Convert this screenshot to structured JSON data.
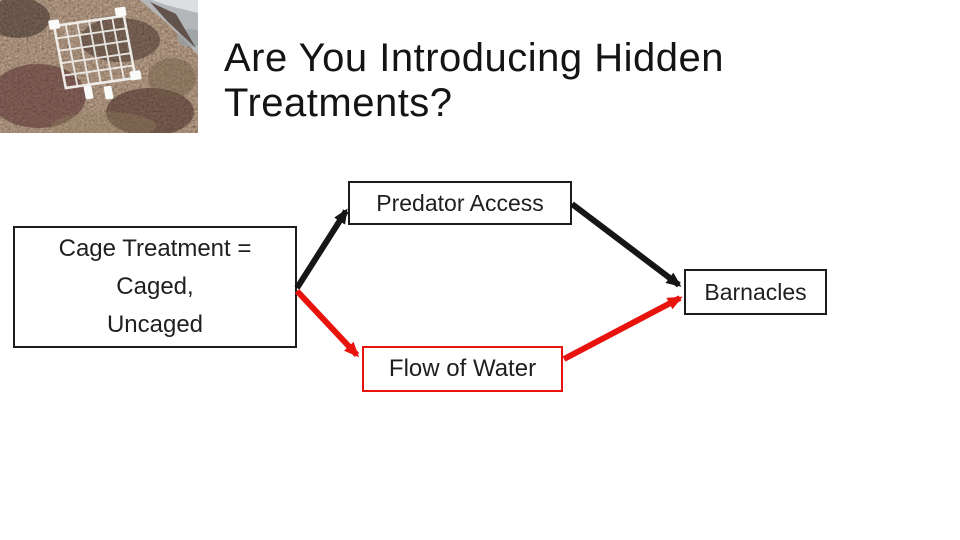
{
  "slide": {
    "background": "#ffffff",
    "title": {
      "line1": "Are You Introducing Hidden",
      "line2": "Treatments?",
      "color": "#141414"
    },
    "photo": {
      "semantic": "cage-on-rocky-shore-photo",
      "description": "white wire mesh exclusion cage fastened to dark rocky intertidal shore, gray water in upper right"
    }
  },
  "diagram": {
    "predator_box": {
      "label": "Predator Access"
    },
    "cage_box": {
      "line1": "Cage Treatment =",
      "line2": "Caged,",
      "line3": "Uncaged"
    },
    "barnacles_box": {
      "label": "Barnacles"
    },
    "flow_box": {
      "label": "Flow of Water"
    },
    "colors": {
      "arrow_black": "#161616",
      "arrow_red": "#e8130d",
      "box_border_black": "#1c1c1c",
      "box_border_red": "#e8130d",
      "label_text": "#1f1f1f"
    },
    "edges": [
      {
        "from": "cage_box",
        "to": "predator_box",
        "color": "black"
      },
      {
        "from": "predator_box",
        "to": "barnacles_box",
        "color": "black"
      },
      {
        "from": "cage_box",
        "to": "flow_box",
        "color": "red"
      },
      {
        "from": "flow_box",
        "to": "barnacles_box",
        "color": "red"
      }
    ]
  }
}
